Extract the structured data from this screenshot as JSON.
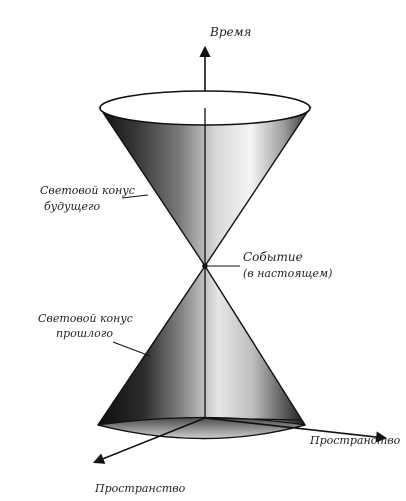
{
  "labels": {
    "time_axis": "Время",
    "future_cone_line1": "Световой конус",
    "future_cone_line2": "будущего",
    "event_line1": "Событие",
    "event_line2": "(в настоящем)",
    "past_cone_line1": "Световой конус",
    "past_cone_line2": "прошлого",
    "space_axis_right": "Пространство",
    "space_axis_front": "Пространство"
  },
  "colors": {
    "cone_dark": "#1a1a1a",
    "cone_light": "#f2f2f2",
    "line": "#111111",
    "text": "#222222"
  }
}
